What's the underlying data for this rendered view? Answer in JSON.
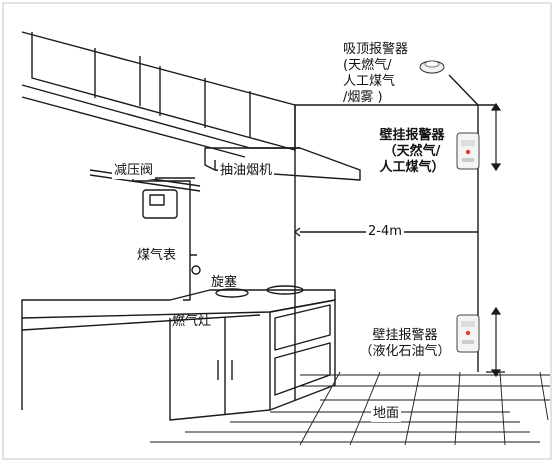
{
  "labels": {
    "ceiling_alarm": [
      "吸顶报警器",
      "(天燃气/",
      "人工煤气",
      "/烟雾 )"
    ],
    "wall_alarm_upper": [
      "壁挂报警器",
      "（天然气/",
      "人工煤气）"
    ],
    "wall_alarm_lower": [
      "壁挂报警器",
      "（液化石油气）"
    ],
    "range_hood": "抽油烟机",
    "pressure_valve": "减压阀",
    "gas_meter": "煤气表",
    "plug_valve": "旋塞",
    "gas_stove": "燃气灶",
    "distance": "2-4m",
    "floor": "地面"
  },
  "colors": {
    "line": "#1a1a1a",
    "frame": "#d9d9d9",
    "alarm_dot": "#e53935"
  }
}
